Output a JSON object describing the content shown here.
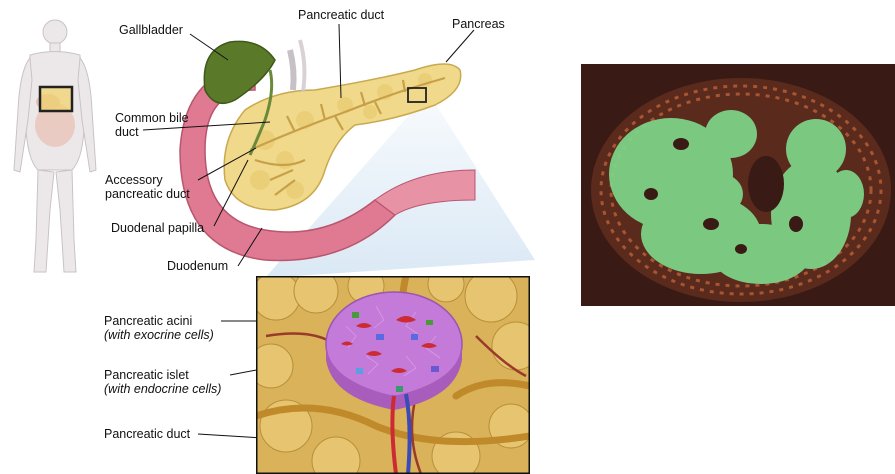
{
  "figure": {
    "upper_labels": {
      "gallbladder": "Gallbladder",
      "pancreatic_duct": "Pancreatic duct",
      "pancreas": "Pancreas",
      "common_bile_duct_line1": "Common bile",
      "common_bile_duct_line2": "duct",
      "accessory_duct_line1": "Accessory",
      "accessory_duct_line2": "pancreatic duct",
      "duodenal_papilla": "Duodenal papilla",
      "duodenum": "Duodenum"
    },
    "inset_labels": {
      "acini": "Pancreatic acini",
      "acini_note": "(with exocrine cells)",
      "islet": "Pancreatic islet",
      "islet_note": "(with endocrine cells)",
      "duct": "Pancreatic duct"
    },
    "colors": {
      "pancreas": "#f0d98a",
      "pancreas_shadow": "#d8b85a",
      "duodenum": "#e07a92",
      "gallbladder": "#5a7a2a",
      "duct": "#c8a04a",
      "islet": "#c47ad8",
      "micro_bg": "#3a1a14",
      "micro_cells": "#7ed68a"
    }
  }
}
